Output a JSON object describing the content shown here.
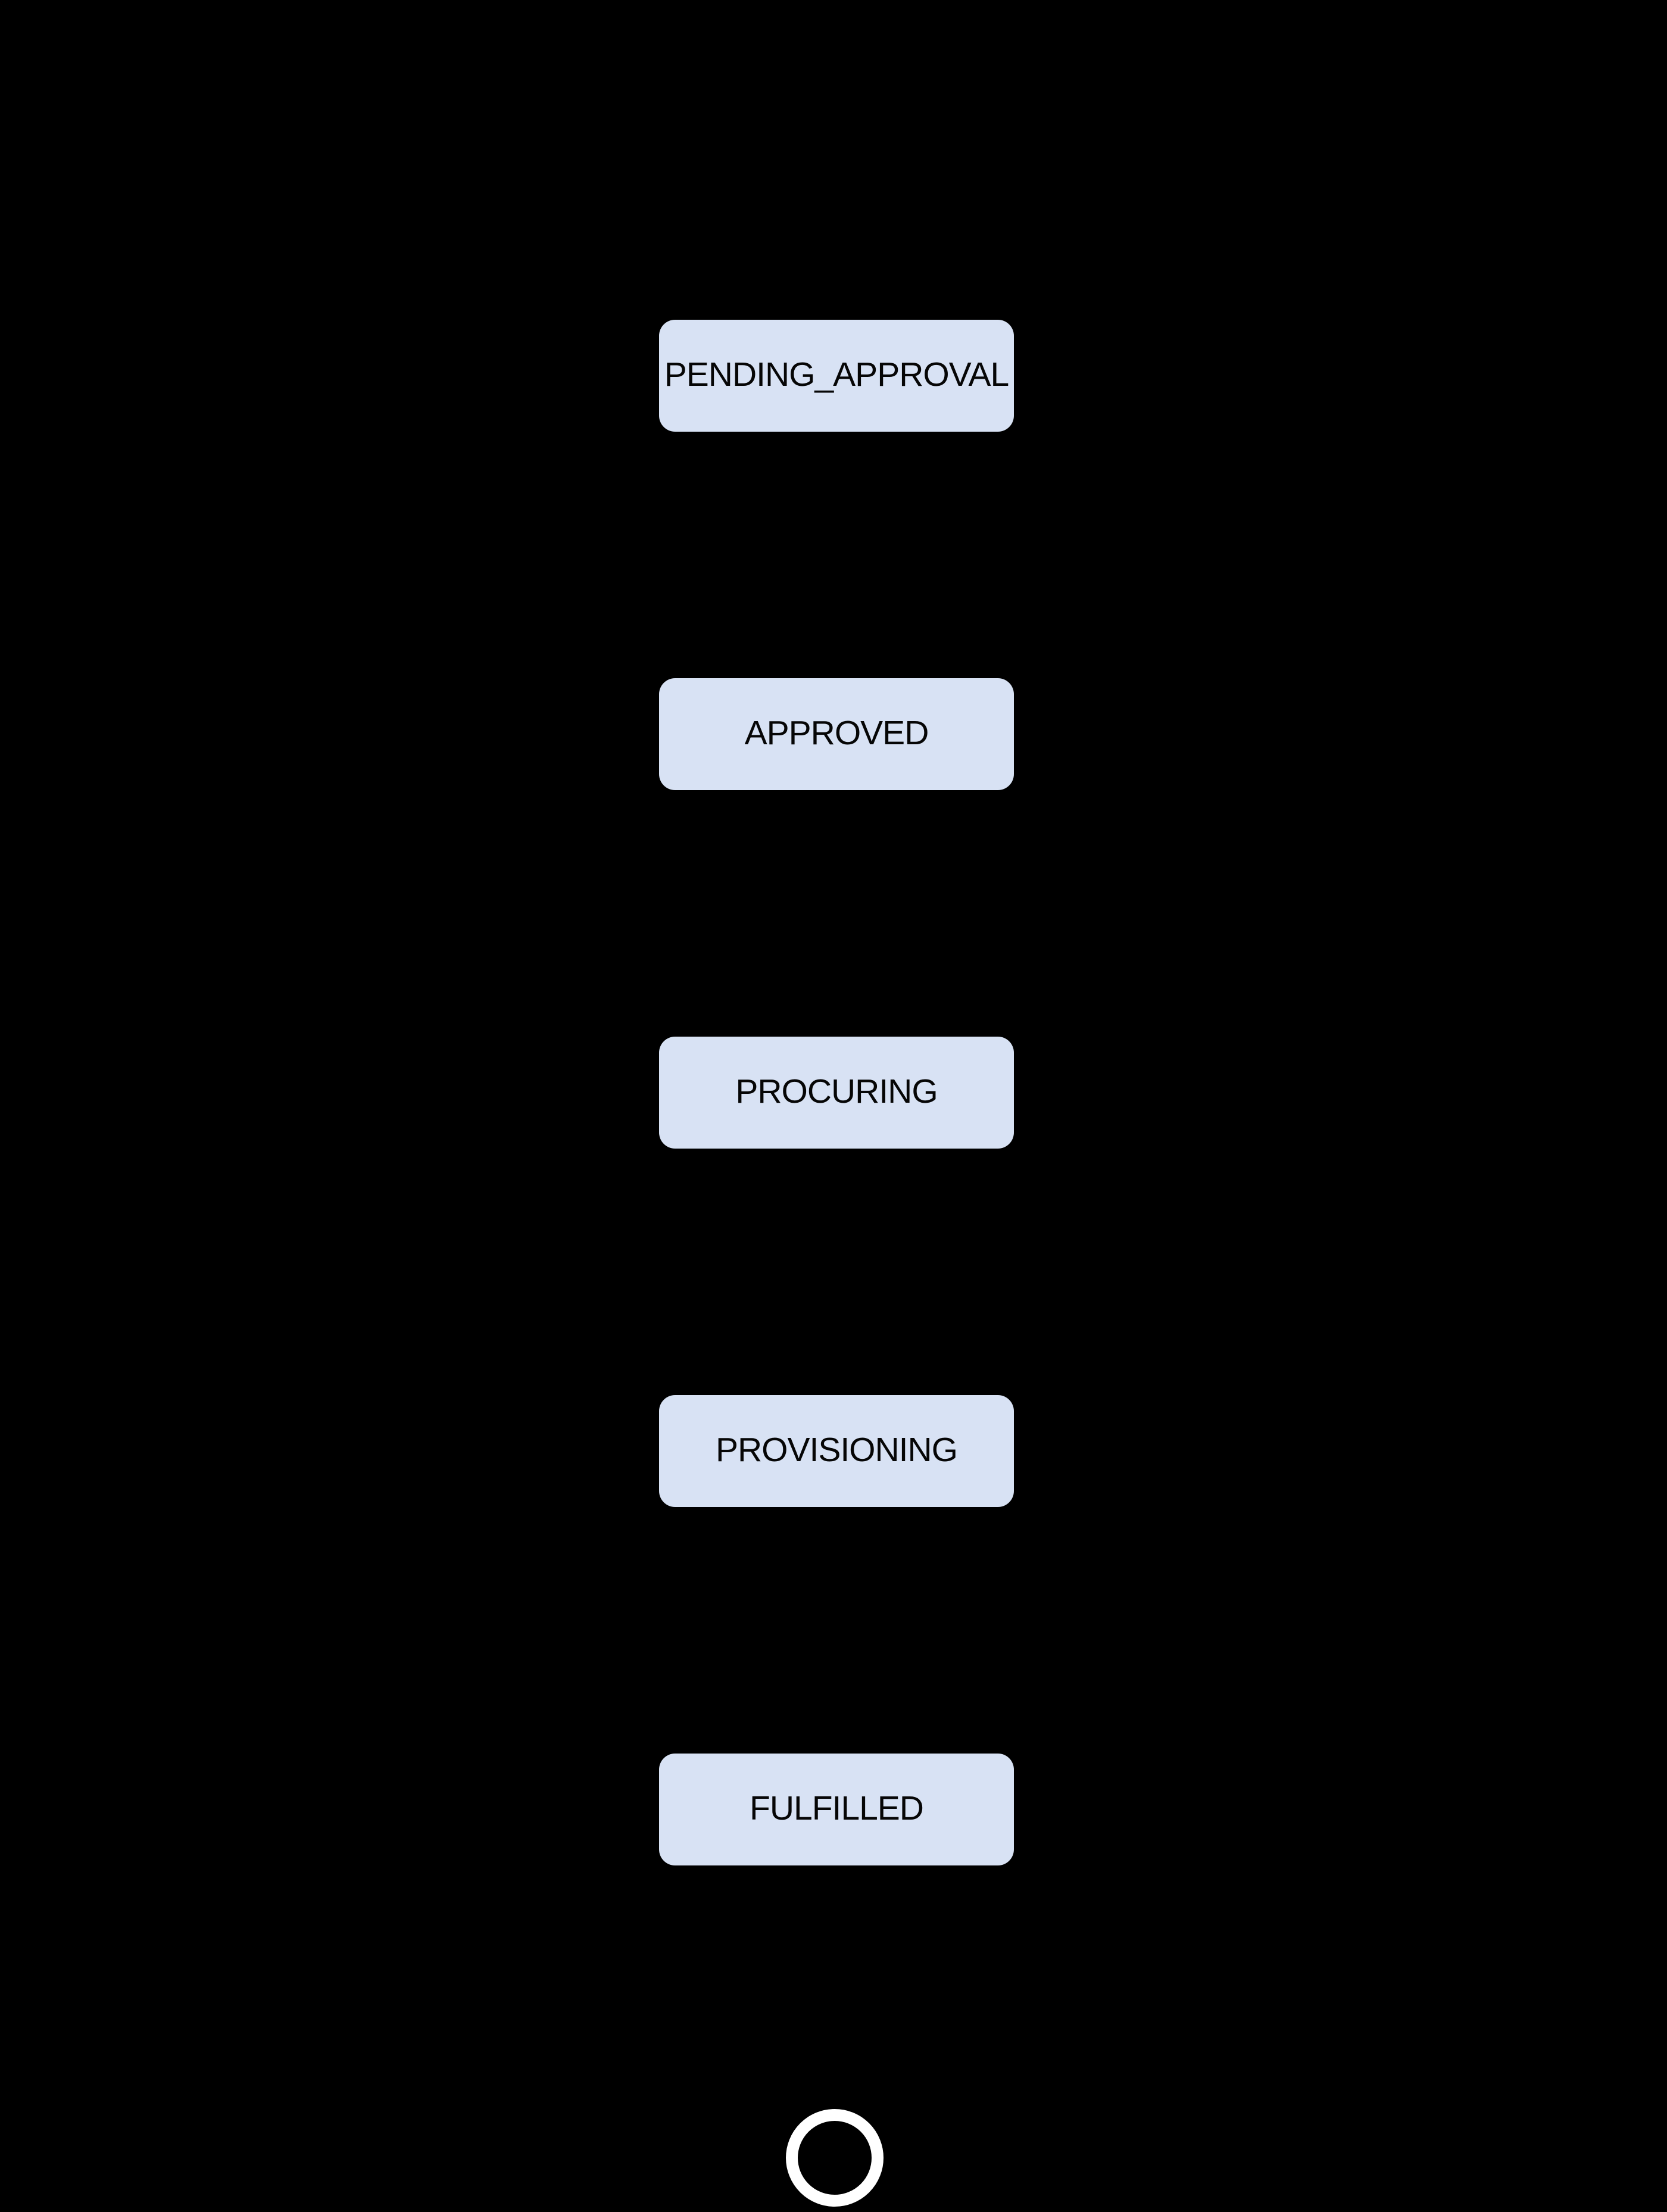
{
  "diagram": {
    "type": "state-flow-diagram",
    "orientation": "vertical",
    "background_color": "#000000",
    "node_fill_color": "#d8e2f4",
    "node_text_color": "#060606",
    "end_marker_color": "#ffffff",
    "states": [
      {
        "id": "pending-approval",
        "label": "PENDING_APPROVAL"
      },
      {
        "id": "approved",
        "label": "APPROVED"
      },
      {
        "id": "procuring",
        "label": "PROCURING"
      },
      {
        "id": "provisioning",
        "label": "PROVISIONING"
      },
      {
        "id": "fulfilled",
        "label": "FULFILLED"
      }
    ],
    "end_marker": "final-state-circle"
  }
}
